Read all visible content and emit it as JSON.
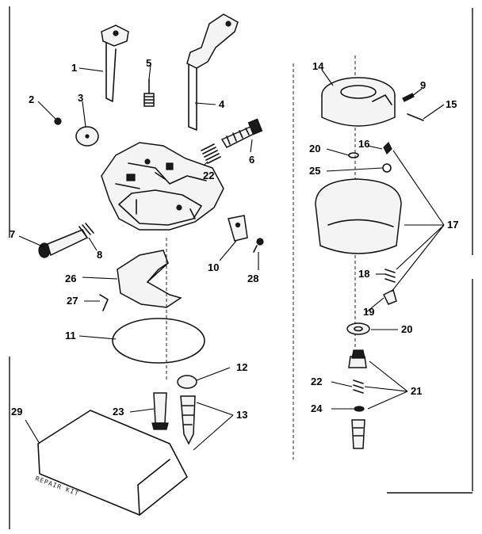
{
  "callouts": {
    "c1": "1",
    "c2": "2",
    "c3": "3",
    "c4": "4",
    "c5": "5",
    "c6": "6",
    "c7": "7",
    "c8": "8",
    "c9": "9",
    "c10": "10",
    "c11": "11",
    "c12": "12",
    "c13": "13",
    "c14": "14",
    "c15": "15",
    "c16": "16",
    "c17": "17",
    "c18": "18",
    "c19": "19",
    "c20a": "20",
    "c20b": "20",
    "c21": "21",
    "c22a": "22",
    "c22b": "22",
    "c23": "23",
    "c24": "24",
    "c25": "25",
    "c26": "26",
    "c27": "27",
    "c28": "28",
    "c29": "29"
  },
  "repair_kit_text": "REPAIR KIT"
}
